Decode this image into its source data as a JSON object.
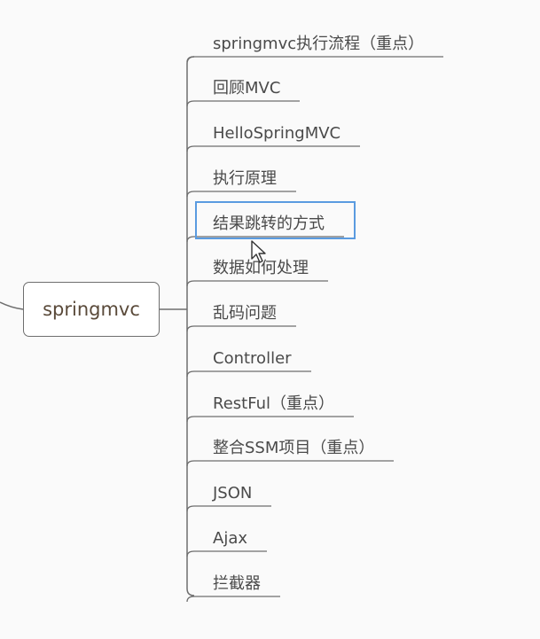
{
  "root": {
    "label": "springmvc"
  },
  "branches": [
    {
      "label": "springmvc执行流程（重点）"
    },
    {
      "label": "回顾MVC"
    },
    {
      "label": "HelloSpringMVC"
    },
    {
      "label": "执行原理"
    },
    {
      "label": "结果跳转的方式"
    },
    {
      "label": "数据如何处理"
    },
    {
      "label": "乱码问题"
    },
    {
      "label": "Controller"
    },
    {
      "label": "RestFul（重点）"
    },
    {
      "label": "整合SSM项目（重点）"
    },
    {
      "label": "JSON"
    },
    {
      "label": "Ajax"
    },
    {
      "label": "拦截器"
    }
  ],
  "selected_branch": "结果跳转的方式",
  "colors": {
    "connector": "#6e6e6e",
    "selection": "#5a9be0",
    "text": "#4a4a4a"
  }
}
